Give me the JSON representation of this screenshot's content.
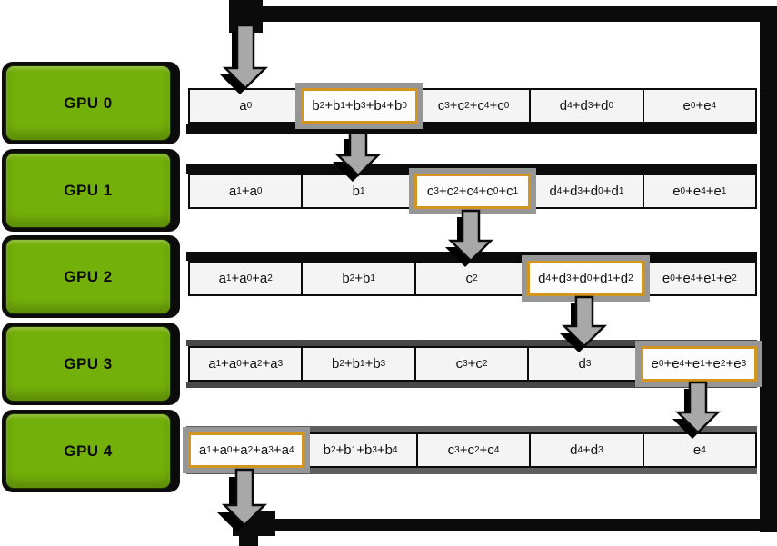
{
  "gpus": [
    {
      "label": "GPU 0"
    },
    {
      "label": "GPU 1"
    },
    {
      "label": "GPU 2"
    },
    {
      "label": "GPU 3"
    },
    {
      "label": "GPU 4"
    }
  ],
  "rows": [
    {
      "gpu": "GPU 0",
      "cells": [
        {
          "formula": "a_0",
          "highlighted": false
        },
        {
          "formula": "b_2+b_1+b_3+b_4+b_0",
          "highlighted": true
        },
        {
          "formula": "c_3+c_2+c_4+c_0",
          "highlighted": false
        },
        {
          "formula": "d_4+d_3+d_0",
          "highlighted": false
        },
        {
          "formula": "e_0+e_4",
          "highlighted": false
        }
      ]
    },
    {
      "gpu": "GPU 1",
      "cells": [
        {
          "formula": "a_1+a_0",
          "highlighted": false
        },
        {
          "formula": "b_1",
          "highlighted": false
        },
        {
          "formula": "c_3+c_2+c_4+c_0+c_1",
          "highlighted": true
        },
        {
          "formula": "d_4+d_3+d_0+d_1",
          "highlighted": false
        },
        {
          "formula": "e_0+e_4+e_1",
          "highlighted": false
        }
      ]
    },
    {
      "gpu": "GPU 2",
      "cells": [
        {
          "formula": "a_1+a_0+a_2",
          "highlighted": false
        },
        {
          "formula": "b_2+b_1",
          "highlighted": false
        },
        {
          "formula": "c_2",
          "highlighted": false
        },
        {
          "formula": "d_4+d_3+d_0+d_1+d_2",
          "highlighted": true
        },
        {
          "formula": "e_0+e_4+e_1+e_2",
          "highlighted": false
        }
      ]
    },
    {
      "gpu": "GPU 3",
      "cells": [
        {
          "formula": "a_1+a_0+a_2+a_3",
          "highlighted": false
        },
        {
          "formula": "b_2+b_1+b_3",
          "highlighted": false
        },
        {
          "formula": "c_3+c_2",
          "highlighted": false
        },
        {
          "formula": "d_3",
          "highlighted": false
        },
        {
          "formula": "e_0+e_4+e_1+e_2+e_3",
          "highlighted": true
        }
      ]
    },
    {
      "gpu": "GPU 4",
      "cells": [
        {
          "formula": "a_1+a_0+a_2+a_3+a_4",
          "highlighted": true
        },
        {
          "formula": "b_2+b_1+b_3+b_4",
          "highlighted": false
        },
        {
          "formula": "c_3+c_2+c_4",
          "highlighted": false
        },
        {
          "formula": "d_4+d_3",
          "highlighted": false
        },
        {
          "formula": "e_4",
          "highlighted": false
        }
      ]
    }
  ],
  "colors": {
    "gpu_green": "#74b00a",
    "highlight_orange": "#d49420",
    "cell_bg": "#f4f4f4",
    "link_black": "#0b0b0b",
    "band_dark_gray": "#474747",
    "band_gray": "#5e5e5e",
    "arrow_gray": "#a8a8a8",
    "halo_gray": "#969696"
  }
}
